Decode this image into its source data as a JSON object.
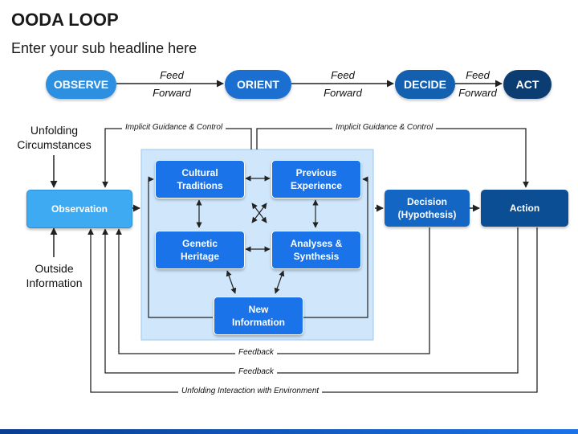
{
  "title": "OODA LOOP",
  "subtitle": "Enter your sub headline here",
  "top_flow": {
    "observe": "OBSERVE",
    "orient": "ORIENT",
    "decide": "DECIDE",
    "act": "ACT",
    "feed": "Feed",
    "forward": "Forward"
  },
  "inputs": {
    "unfolding": "Unfolding\nCircumstances",
    "outside": "Outside\nInformation"
  },
  "boxes": {
    "observation": "Observation",
    "cultural": "Cultural\nTraditions",
    "previous": "Previous\nExperience",
    "genetic": "Genetic\nHeritage",
    "analyses": "Analyses &\nSynthesis",
    "new_info": "New\nInformation",
    "decision": "Decision\n(Hypothesis)",
    "action": "Action"
  },
  "labels": {
    "implicit": "Implicit Guidance & Control",
    "feedback": "Feedback",
    "unfolding_interaction": "Unfolding Interaction with Environment"
  },
  "colors": {
    "observe": "#2d8fe0",
    "orient": "#1a6fd0",
    "decide": "#1460b0",
    "act": "#0b3d73",
    "observation_box": "#3daaf2",
    "orient_panel": "#cfe6fb",
    "decision_box": "#1366c4",
    "action_box": "#0b4e93"
  }
}
